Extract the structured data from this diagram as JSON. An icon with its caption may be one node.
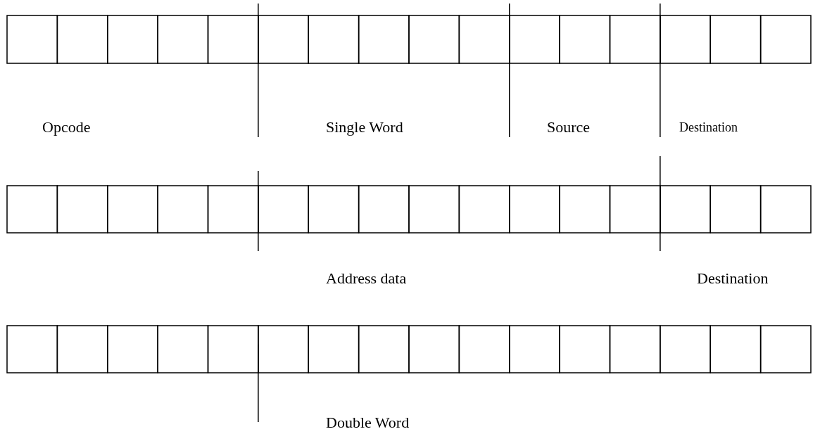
{
  "diagram": {
    "labels": [
      "Opcode",
      "Single Word",
      "Source",
      "Destination",
      "Address data",
      "Destination",
      "Double Word"
    ]
  }
}
